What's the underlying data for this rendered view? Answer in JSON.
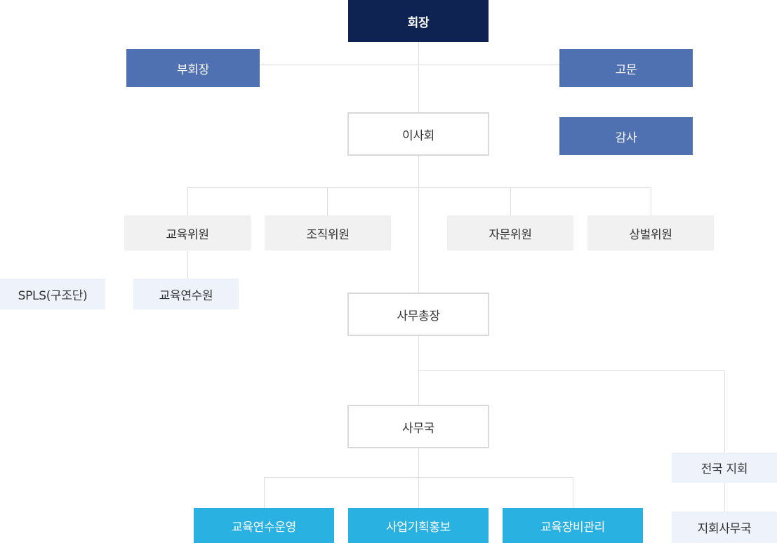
{
  "org_chart": {
    "president": "회장",
    "vice_president": "부회장",
    "advisor": "고문",
    "board": "이사회",
    "auditor": "감사",
    "committees": {
      "education": "교육위원",
      "organization": "조직위원",
      "advisory": "자문위원",
      "discipline": "상벌위원"
    },
    "splss": "SPLS(구조단)",
    "training_institute": "교육연수원",
    "secretary_general": "사무총장",
    "secretariat": "사무국",
    "departments": {
      "training_ops": "교육연수운영",
      "planning_pr": "사업기획홍보",
      "equipment_mgmt": "교육장비관리"
    },
    "national_branches": "전국 지회",
    "branch_office": "지회사무국"
  },
  "colors": {
    "president_bg": "#0f2352",
    "officer_bg": "#5071b1",
    "outline_border": "#d9d9d9",
    "committee_bg": "#f1f1f1",
    "pale_bg": "#edf2fb",
    "department_bg": "#29b1e2",
    "connector": "#dcdcdc"
  }
}
